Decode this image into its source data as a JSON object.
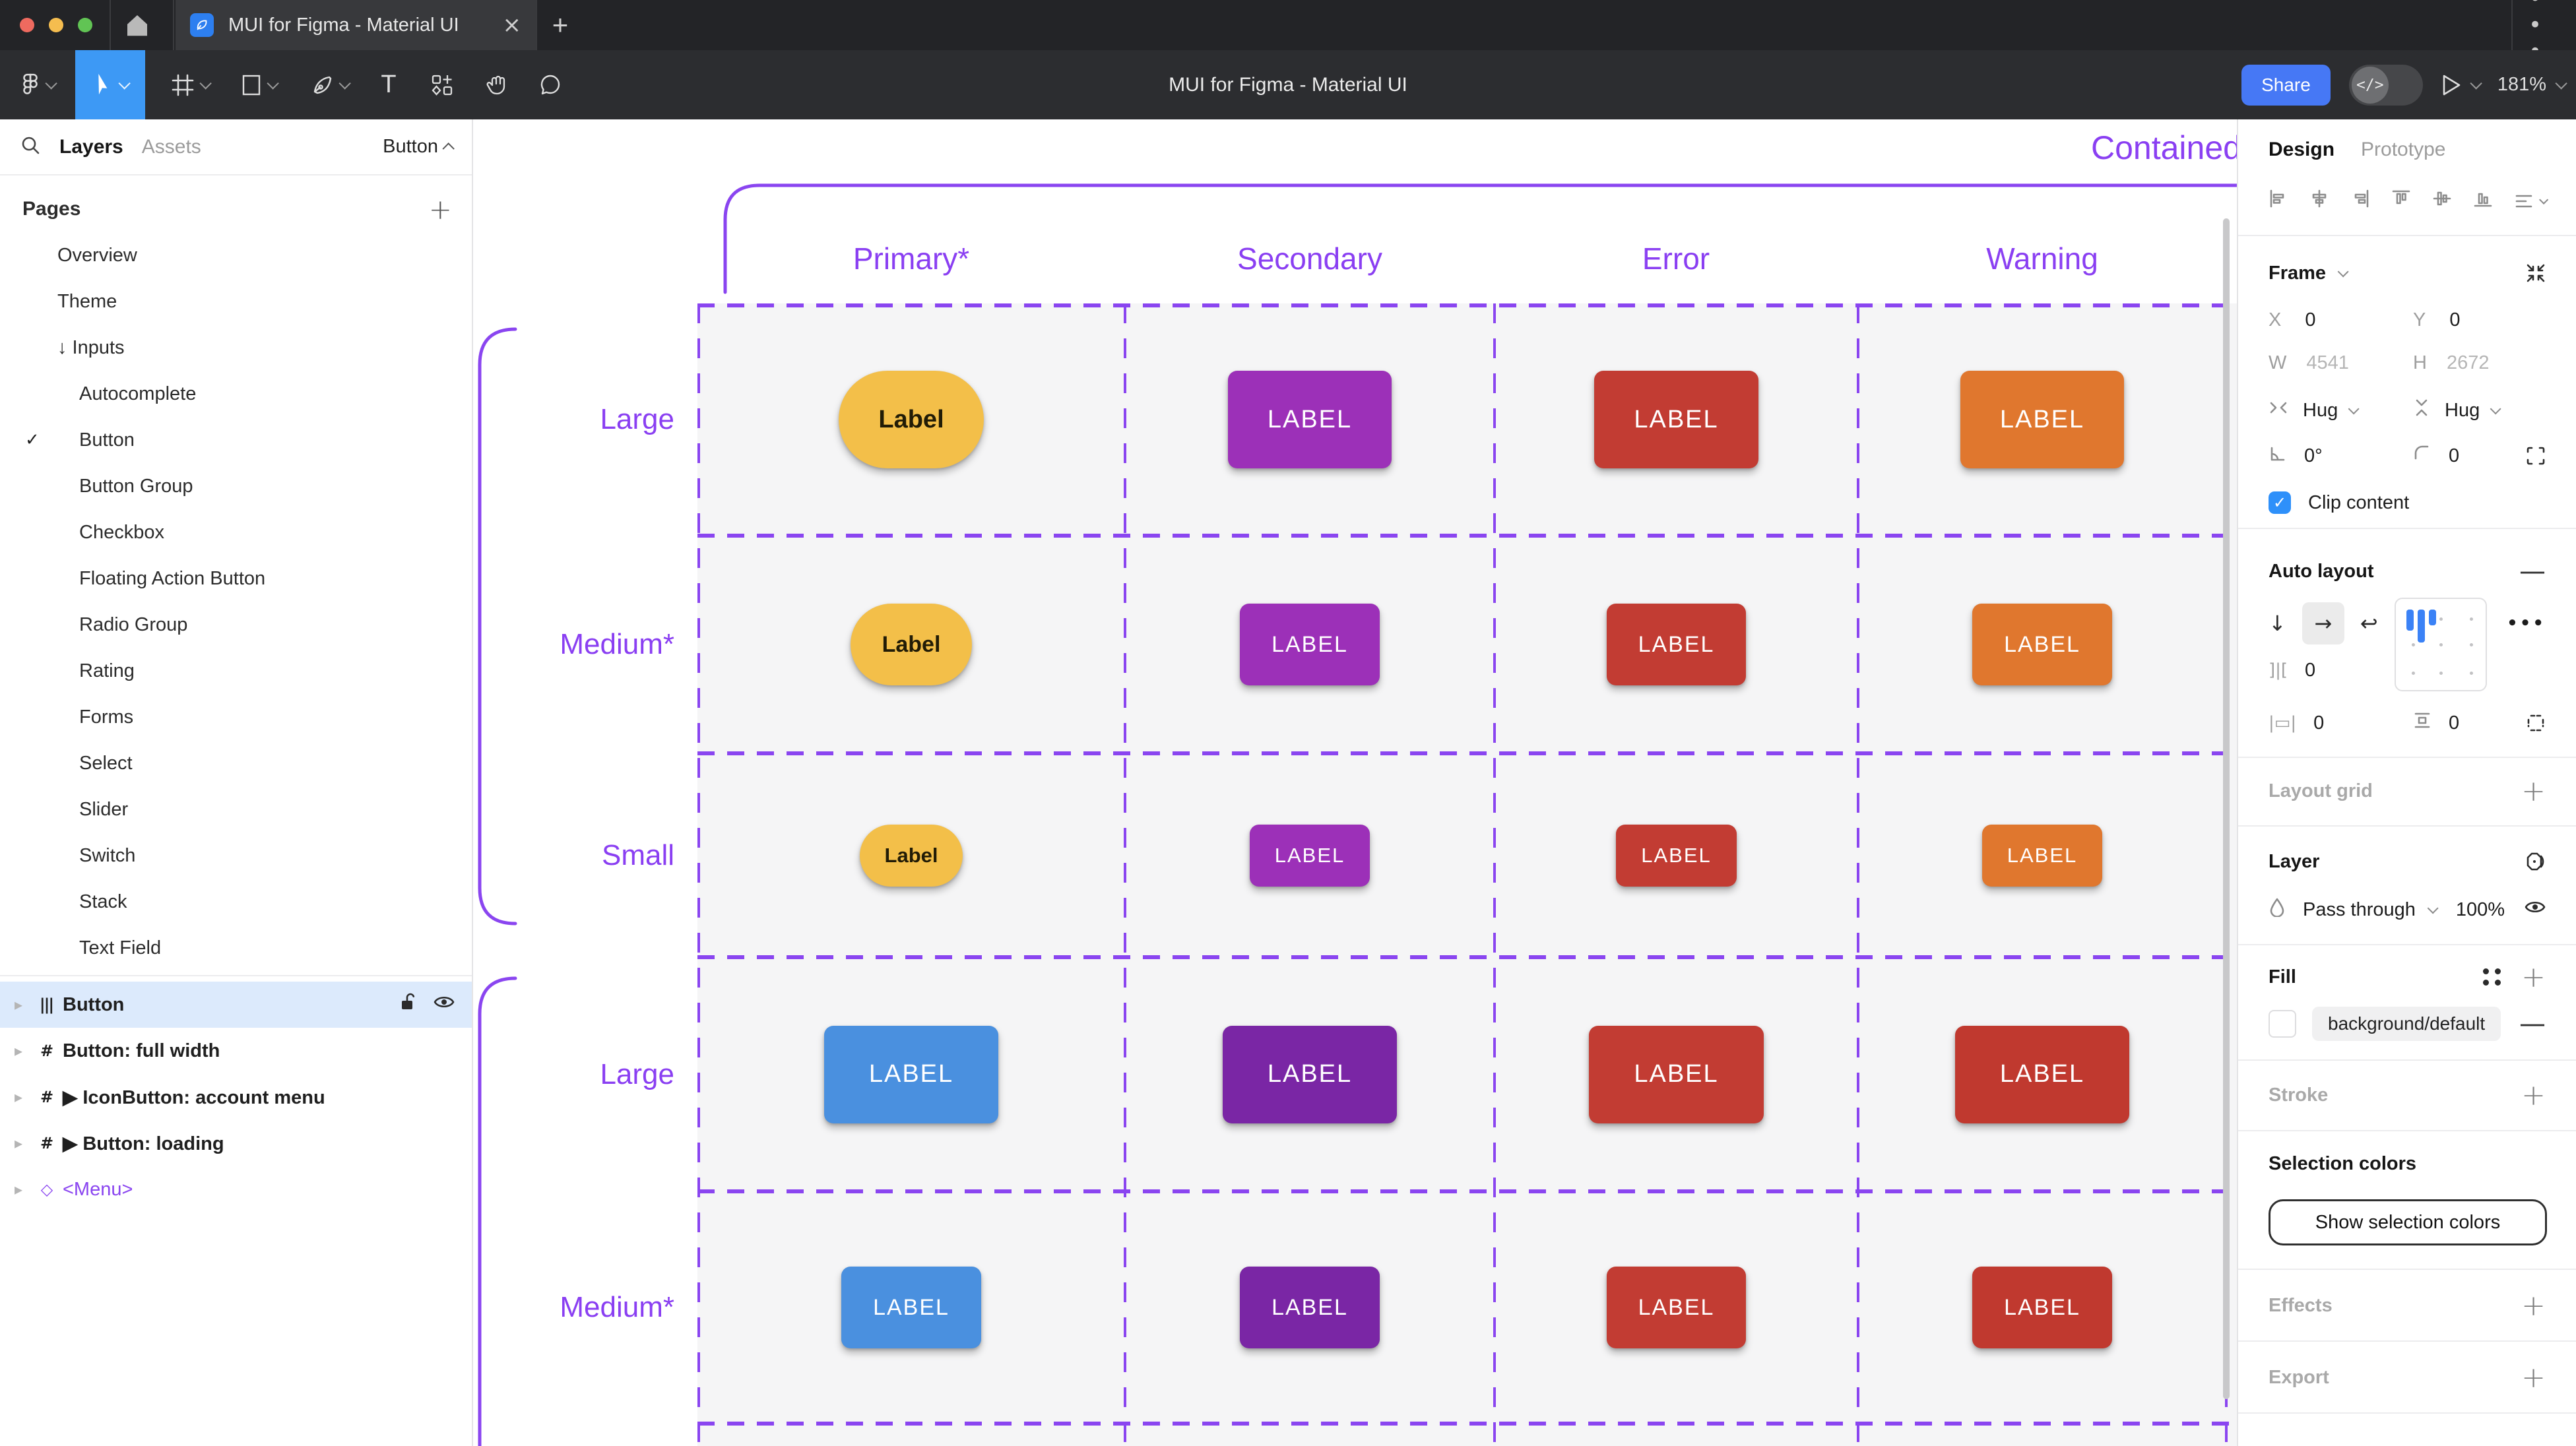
{
  "colors": {
    "accent_purple": "#8a3ff2",
    "figma_blue": "#3d99f5",
    "share_blue": "#4678f5",
    "selected_row_blue": "#dceafc",
    "grid_bg": "#f5f5f6",
    "checkbox_blue": "#2e90fa",
    "btn_yellow": "#f3bf49",
    "btn_purple": "#9c30b8",
    "btn_red": "#c23c33",
    "btn_orange": "#e0772e",
    "btn_blue": "#4a90df",
    "btn_darkpurple": "#7a26a5"
  },
  "icons": {
    "close": "×",
    "plus": "+",
    "dots": "•••",
    "menu_dots": "• • •",
    "caret": "▸",
    "arrow_down": "↓",
    "arrow_right": "→",
    "wrap": "↩",
    "gap": "]|[",
    "pad_h": "|▭|",
    "check": "✓",
    "minus": "—",
    "dev": "</>"
  },
  "titlebar": {
    "tab_title": "MUI for Figma - Material UI"
  },
  "toolbar": {
    "title": "MUI for Figma - Material UI",
    "share_label": "Share",
    "zoom_level": "181%"
  },
  "sidebar": {
    "tabs": {
      "layers": "Layers",
      "assets": "Assets"
    },
    "page_selector": "Button",
    "pages_header": "Pages",
    "pages": [
      {
        "label": "Overview",
        "cls": "lvl1",
        "check": ""
      },
      {
        "label": "Theme",
        "cls": "lvl1",
        "check": ""
      },
      {
        "label": "↓ Inputs",
        "cls": "lvl1",
        "check": ""
      },
      {
        "label": "Autocomplete",
        "cls": "lvl2",
        "check": ""
      },
      {
        "label": "Button",
        "cls": "lvl2",
        "check": "✓"
      },
      {
        "label": "Button Group",
        "cls": "lvl2",
        "check": ""
      },
      {
        "label": "Checkbox",
        "cls": "lvl2",
        "check": ""
      },
      {
        "label": "Floating Action Button",
        "cls": "lvl2",
        "check": ""
      },
      {
        "label": "Radio Group",
        "cls": "lvl2",
        "check": ""
      },
      {
        "label": "Rating",
        "cls": "lvl2",
        "check": ""
      },
      {
        "label": "Forms",
        "cls": "lvl2",
        "check": ""
      },
      {
        "label": "Select",
        "cls": "lvl2",
        "check": ""
      },
      {
        "label": "Slider",
        "cls": "lvl2",
        "check": ""
      },
      {
        "label": "Switch",
        "cls": "lvl2",
        "check": ""
      },
      {
        "label": "Stack",
        "cls": "lvl2",
        "check": ""
      },
      {
        "label": "Text Field",
        "cls": "lvl2",
        "check": ""
      }
    ],
    "layers": [
      {
        "label": "Button",
        "icon": "|||",
        "cls": "selected",
        "selected": true
      },
      {
        "label": "Button: full width",
        "icon": "#",
        "cls": "",
        "selected": false
      },
      {
        "label": "▶ IconButton: account menu",
        "icon": "#",
        "cls": "",
        "selected": false
      },
      {
        "label": "▶ Button: loading",
        "icon": "#",
        "cls": "",
        "selected": false
      },
      {
        "label": "<Menu>",
        "icon": "◇",
        "cls": "purple",
        "selected": false
      }
    ]
  },
  "canvas": {
    "section_title": "Contained",
    "columns": [
      "Primary*",
      "Secondary",
      "Error",
      "Warning"
    ],
    "rows": [
      {
        "label": "Large",
        "size": "large",
        "buttons": [
          {
            "text": "Label",
            "bg": "#f3bf49",
            "fg": "#221c06",
            "cls": "pill"
          },
          {
            "text": "LABEL",
            "bg": "#9c30b8",
            "fg": "#ffffff",
            "cls": ""
          },
          {
            "text": "LABEL",
            "bg": "#c23c33",
            "fg": "#ffffff",
            "cls": ""
          },
          {
            "text": "LABEL",
            "bg": "#e0772e",
            "fg": "#ffffff",
            "cls": ""
          }
        ]
      },
      {
        "label": "Medium*",
        "size": "medium",
        "buttons": [
          {
            "text": "Label",
            "bg": "#f3bf49",
            "fg": "#221c06",
            "cls": "pill"
          },
          {
            "text": "LABEL",
            "bg": "#9c30b8",
            "fg": "#ffffff",
            "cls": ""
          },
          {
            "text": "LABEL",
            "bg": "#c23c33",
            "fg": "#ffffff",
            "cls": ""
          },
          {
            "text": "LABEL",
            "bg": "#e0772e",
            "fg": "#ffffff",
            "cls": ""
          }
        ]
      },
      {
        "label": "Small",
        "size": "small",
        "buttons": [
          {
            "text": "Label",
            "bg": "#f3bf49",
            "fg": "#221c06",
            "cls": "pill"
          },
          {
            "text": "LABEL",
            "bg": "#9c30b8",
            "fg": "#ffffff",
            "cls": ""
          },
          {
            "text": "LABEL",
            "bg": "#c23c33",
            "fg": "#ffffff",
            "cls": ""
          },
          {
            "text": "LABEL",
            "bg": "#e0772e",
            "fg": "#ffffff",
            "cls": ""
          }
        ]
      },
      {
        "label": "Large",
        "size": "large2",
        "buttons": [
          {
            "text": "LABEL",
            "bg": "#4a90df",
            "fg": "#ffffff",
            "cls": ""
          },
          {
            "text": "LABEL",
            "bg": "#7a26a5",
            "fg": "#ffffff",
            "cls": ""
          },
          {
            "text": "LABEL",
            "bg": "#c23c33",
            "fg": "#ffffff",
            "cls": ""
          },
          {
            "text": "LABEL",
            "bg": "#c0392f",
            "fg": "#ffffff",
            "cls": ""
          }
        ]
      },
      {
        "label": "Medium*",
        "size": "medium2",
        "buttons": [
          {
            "text": "LABEL",
            "bg": "#4a90df",
            "fg": "#ffffff",
            "cls": ""
          },
          {
            "text": "LABEL",
            "bg": "#7a26a5",
            "fg": "#ffffff",
            "cls": ""
          },
          {
            "text": "LABEL",
            "bg": "#c23c33",
            "fg": "#ffffff",
            "cls": ""
          },
          {
            "text": "LABEL",
            "bg": "#c0392f",
            "fg": "#ffffff",
            "cls": ""
          }
        ]
      }
    ]
  },
  "panel": {
    "tabs": {
      "design": "Design",
      "prototype": "Prototype"
    },
    "frame": {
      "label": "Frame"
    },
    "position": {
      "x_label": "X",
      "x_value": "0",
      "y_label": "Y",
      "y_value": "0"
    },
    "size": {
      "w_label": "W",
      "w_value": "4541",
      "h_label": "H",
      "h_value": "2672"
    },
    "sizing": {
      "h_mode": "Hug",
      "v_mode": "Hug"
    },
    "transform": {
      "rotation": "0°",
      "radius": "0"
    },
    "clip": {
      "label": "Clip content"
    },
    "auto_layout": {
      "header": "Auto layout",
      "gap": "0",
      "pad_h": "0",
      "pad_v": "0"
    },
    "layout_grid": {
      "header": "Layout grid"
    },
    "layer": {
      "header": "Layer",
      "blend_mode": "Pass through",
      "opacity": "100%"
    },
    "fill": {
      "header": "Fill",
      "style_name": "background/default"
    },
    "stroke": {
      "header": "Stroke"
    },
    "selection_colors": {
      "header": "Selection colors",
      "show_button": "Show selection colors"
    },
    "effects": {
      "header": "Effects"
    },
    "export": {
      "header": "Export"
    }
  }
}
